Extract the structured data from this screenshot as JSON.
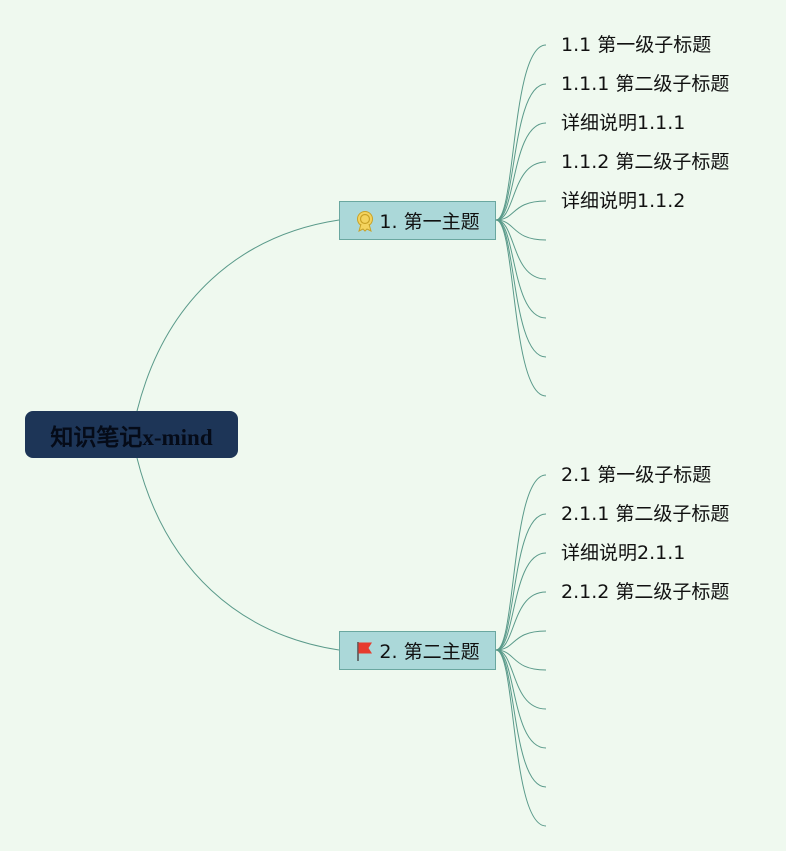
{
  "root": {
    "label": "知识笔记x-mind"
  },
  "colors": {
    "background": "#eff9ef",
    "root_fill": "#1d3557",
    "topic_fill": "#abd8d9",
    "topic_border": "#6aa7a0",
    "connector": "#5a9a8a"
  },
  "topics": [
    {
      "label": "1. 第一主题",
      "icon": "award-medal-icon",
      "subtopics": [
        "1.1 第一级子标题",
        "1.1.1 第二级子标题",
        "详细说明1.1.1",
        "1.1.2 第二级子标题",
        "详细说明1.1.2",
        "",
        "",
        "",
        "",
        ""
      ]
    },
    {
      "label": "2. 第二主题",
      "icon": "red-flag-icon",
      "subtopics": [
        "2.1 第一级子标题",
        "2.1.1 第二级子标题",
        "详细说明2.1.1",
        "2.1.2 第二级子标题",
        "",
        "",
        "",
        "",
        "",
        ""
      ]
    }
  ]
}
